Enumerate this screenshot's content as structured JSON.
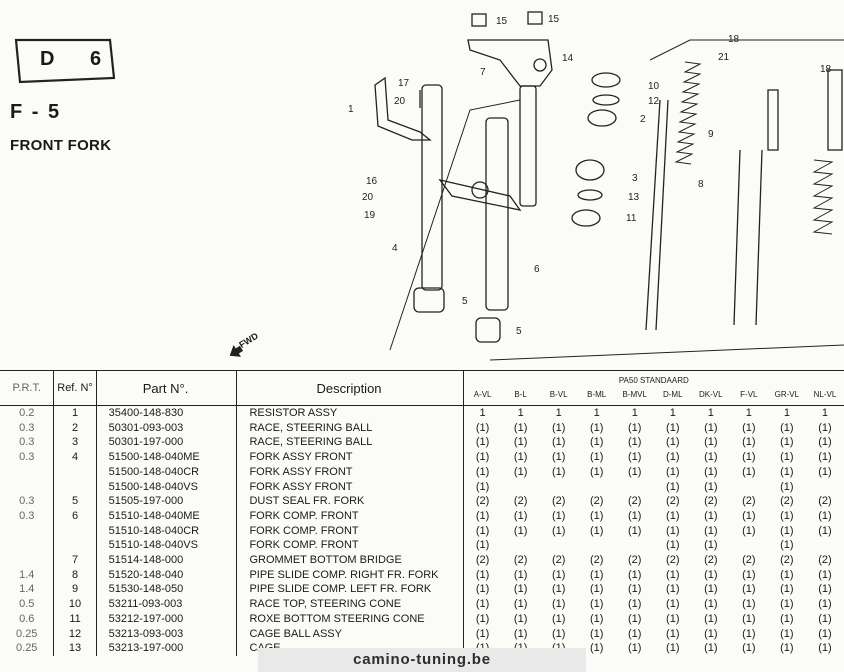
{
  "header": {
    "section_letter": "D",
    "section_number": "6",
    "figure_code": "F - 5",
    "title": "FRONT FORK"
  },
  "diagram": {
    "callouts": [
      "1",
      "2",
      "3",
      "4",
      "5",
      "5",
      "6",
      "7",
      "8",
      "9",
      "10",
      "11",
      "12",
      "13",
      "14",
      "15",
      "15",
      "16",
      "17",
      "18",
      "18",
      "19",
      "20",
      "20",
      "21"
    ],
    "direction_label": "FWD"
  },
  "table": {
    "columns": {
      "prt": "P.R.T.",
      "ref": "Ref. N°",
      "part_no": "Part N°.",
      "description": "Description",
      "group_title": "PA50 STANDAARD"
    },
    "models": [
      "A-VL",
      "B-L",
      "B-VL",
      "B-ML",
      "B-MVL",
      "D-ML",
      "DK-VL",
      "F-VL",
      "GR-VL",
      "NL-VL"
    ],
    "rows": [
      {
        "prt": "0.2",
        "ref": "1",
        "part": "35400-148-830",
        "desc": "RESISTOR ASSY",
        "q": [
          "1",
          "1",
          "1",
          "1",
          "1",
          "1",
          "1",
          "1",
          "1",
          "1"
        ]
      },
      {
        "prt": "0.3",
        "ref": "2",
        "part": "50301-093-003",
        "desc": "RACE, STEERING BALL",
        "q": [
          "(1)",
          "(1)",
          "(1)",
          "(1)",
          "(1)",
          "(1)",
          "(1)",
          "(1)",
          "(1)",
          "(1)"
        ]
      },
      {
        "prt": "0.3",
        "ref": "3",
        "part": "50301-197-000",
        "desc": "RACE, STEERING BALL",
        "q": [
          "(1)",
          "(1)",
          "(1)",
          "(1)",
          "(1)",
          "(1)",
          "(1)",
          "(1)",
          "(1)",
          "(1)"
        ]
      },
      {
        "prt": "0.3",
        "ref": "4",
        "part": "51500-148-040ME",
        "desc": "FORK ASSY FRONT",
        "q": [
          "(1)",
          "(1)",
          "(1)",
          "(1)",
          "(1)",
          "(1)",
          "(1)",
          "(1)",
          "(1)",
          "(1)"
        ]
      },
      {
        "prt": "",
        "ref": "",
        "part": "51500-148-040CR",
        "desc": "FORK ASSY FRONT",
        "q": [
          "(1)",
          "(1)",
          "(1)",
          "(1)",
          "(1)",
          "(1)",
          "(1)",
          "(1)",
          "(1)",
          "(1)"
        ]
      },
      {
        "prt": "",
        "ref": "",
        "part": "51500-148-040VS",
        "desc": "FORK ASSY FRONT",
        "q": [
          "(1)",
          "",
          "",
          "",
          "",
          "(1)",
          "(1)",
          "",
          "(1)",
          ""
        ]
      },
      {
        "prt": "0.3",
        "ref": "5",
        "part": "51505-197-000",
        "desc": "DUST SEAL FR. FORK",
        "q": [
          "(2)",
          "(2)",
          "(2)",
          "(2)",
          "(2)",
          "(2)",
          "(2)",
          "(2)",
          "(2)",
          "(2)"
        ]
      },
      {
        "prt": "0.3",
        "ref": "6",
        "part": "51510-148-040ME",
        "desc": "FORK COMP. FRONT",
        "q": [
          "(1)",
          "(1)",
          "(1)",
          "(1)",
          "(1)",
          "(1)",
          "(1)",
          "(1)",
          "(1)",
          "(1)"
        ]
      },
      {
        "prt": "",
        "ref": "",
        "part": "51510-148-040CR",
        "desc": "FORK COMP. FRONT",
        "q": [
          "(1)",
          "(1)",
          "(1)",
          "(1)",
          "(1)",
          "(1)",
          "(1)",
          "(1)",
          "(1)",
          "(1)"
        ]
      },
      {
        "prt": "",
        "ref": "",
        "part": "51510-148-040VS",
        "desc": "FORK COMP. FRONT",
        "q": [
          "(1)",
          "",
          "",
          "",
          "",
          "(1)",
          "(1)",
          "",
          "(1)",
          ""
        ]
      },
      {
        "prt": "",
        "ref": "7",
        "part": "51514-148-000",
        "desc": "GROMMET BOTTOM BRIDGE",
        "q": [
          "(2)",
          "(2)",
          "(2)",
          "(2)",
          "(2)",
          "(2)",
          "(2)",
          "(2)",
          "(2)",
          "(2)"
        ]
      },
      {
        "prt": "1.4",
        "ref": "8",
        "part": "51520-148-040",
        "desc": "PIPE SLIDE COMP. RIGHT FR. FORK",
        "q": [
          "(1)",
          "(1)",
          "(1)",
          "(1)",
          "(1)",
          "(1)",
          "(1)",
          "(1)",
          "(1)",
          "(1)"
        ]
      },
      {
        "prt": "1.4",
        "ref": "9",
        "part": "51530-148-050",
        "desc": "PIPE SLIDE COMP. LEFT FR. FORK",
        "q": [
          "(1)",
          "(1)",
          "(1)",
          "(1)",
          "(1)",
          "(1)",
          "(1)",
          "(1)",
          "(1)",
          "(1)"
        ]
      },
      {
        "prt": "0.5",
        "ref": "10",
        "part": "53211-093-003",
        "desc": "RACE TOP, STEERING CONE",
        "q": [
          "(1)",
          "(1)",
          "(1)",
          "(1)",
          "(1)",
          "(1)",
          "(1)",
          "(1)",
          "(1)",
          "(1)"
        ]
      },
      {
        "prt": "0.6",
        "ref": "11",
        "part": "53212-197-000",
        "desc": "ROXE BOTTOM STEERING CONE",
        "q": [
          "(1)",
          "(1)",
          "(1)",
          "(1)",
          "(1)",
          "(1)",
          "(1)",
          "(1)",
          "(1)",
          "(1)"
        ]
      },
      {
        "prt": "0.25",
        "ref": "12",
        "part": "53213-093-003",
        "desc": "CAGE BALL ASSY",
        "q": [
          "(1)",
          "(1)",
          "(1)",
          "(1)",
          "(1)",
          "(1)",
          "(1)",
          "(1)",
          "(1)",
          "(1)"
        ]
      },
      {
        "prt": "0.25",
        "ref": "13",
        "part": "53213-197-000",
        "desc": "CAGE",
        "q": [
          "(1)",
          "(1)",
          "(1)",
          "(1)",
          "(1)",
          "(1)",
          "(1)",
          "(1)",
          "(1)",
          "(1)"
        ]
      }
    ]
  },
  "watermark": "camino-tuning.be"
}
